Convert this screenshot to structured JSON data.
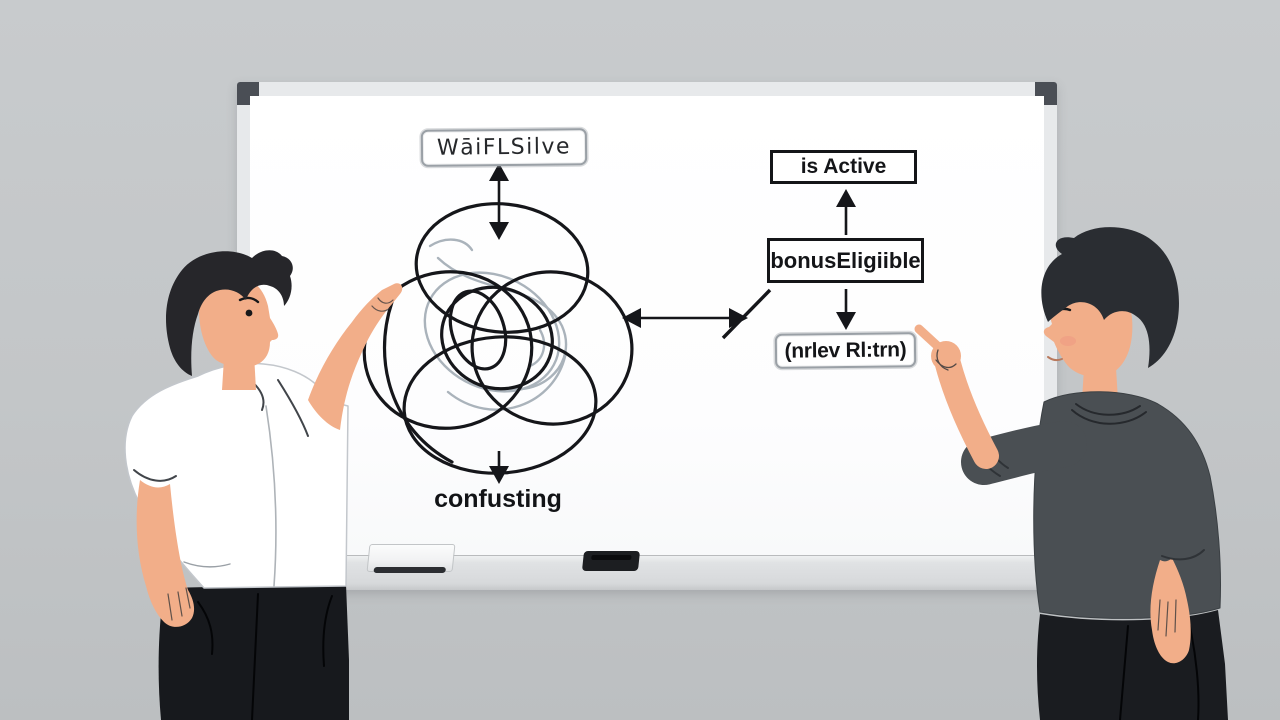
{
  "whiteboard": {
    "left_diagram": {
      "top_label": "WāiFLSilve",
      "caption": "confusting",
      "tangle_icon": "scribble-tangle",
      "top_connector_icon": "double-arrow-vertical",
      "bottom_connector_icon": "arrow-down"
    },
    "right_diagram": {
      "top_box": "is Active",
      "middle_box": "bonusEligiible",
      "bottom_label": "(nrlev Rl:trn)",
      "up_connector_icon": "arrow-up",
      "down_connector_icon": "arrow-down"
    },
    "link_icon": "arrow-left-right-with-slash",
    "tray_items": [
      "light-eraser",
      "dark-eraser"
    ]
  },
  "colors": {
    "background": "#c4c7c9",
    "board_surface": "#fdfdfe",
    "board_frame": "#e7e9eb",
    "corner_caps": "#4a4e55",
    "ink": "#15161a",
    "sketch_border": "#9aa0a6",
    "scribble_gray": "#aab3bb",
    "skin": "#f2ae89",
    "left_person_shirt": "#ffffff",
    "left_person_hair": "#26262a",
    "left_person_pants": "#17191d",
    "right_person_sweater": "#4a4f53",
    "right_person_hair": "#2a2d32",
    "right_person_pants": "#1a1c20"
  }
}
